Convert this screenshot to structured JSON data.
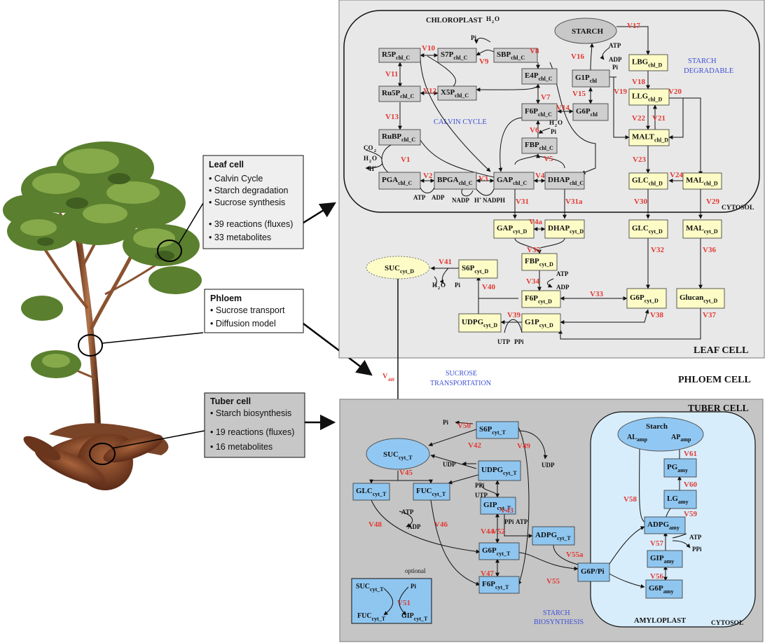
{
  "callouts": {
    "leaf": {
      "title": "Leaf cell",
      "items": [
        "Calvin Cycle",
        "Starch degradation",
        "Sucrose synthesis"
      ],
      "stats": [
        "39 reactions (fluxes)",
        "33 metabolites"
      ]
    },
    "phloem": {
      "title": "Phloem",
      "items": [
        "Sucrose transport",
        "Diffusion model"
      ]
    },
    "tuber": {
      "title": "Tuber cell",
      "items": [
        "Starch biosynthesis"
      ],
      "stats": [
        "19 reactions (fluxes)",
        "16 metabolites"
      ]
    }
  },
  "regions": {
    "chloroplast": "CHLOROPLAST",
    "cytosol_leaf": "CYTOSOL",
    "leaf_cell": "LEAF CELL",
    "phloem_cell": "PHLOEM CELL",
    "tuber_cell": "TUBER CELL",
    "amyloplast": "AMYLOPLAST",
    "cytosol_tuber": "CYTOSOL",
    "optional": "optional"
  },
  "pathways": {
    "calvin": "CALVIN CYCLE",
    "starch_deg_1": "STARCH",
    "starch_deg_2": "DEGRADABLE",
    "sucrose_tr_1": "SUCROSE",
    "sucrose_tr_2": "TRANSPORTATION",
    "starch_bio_1": "STARCH",
    "starch_bio_2": "BIOSYNTHESIS"
  },
  "leaf_nodes": [
    {
      "id": "R5P",
      "base": "R5P",
      "sub": "chl_C"
    },
    {
      "id": "S7P",
      "base": "S7P",
      "sub": "chl_C"
    },
    {
      "id": "SBP",
      "base": "SBP",
      "sub": "chl_C"
    },
    {
      "id": "Ru5P",
      "base": "Ru5P",
      "sub": "chl_C"
    },
    {
      "id": "X5P",
      "base": "X5P",
      "sub": "chl_C"
    },
    {
      "id": "E4P",
      "base": "E4P",
      "sub": "chl_C"
    },
    {
      "id": "G1Pchl",
      "base": "G1P",
      "sub": "chl"
    },
    {
      "id": "RuBP",
      "base": "RuBP",
      "sub": "chl_C"
    },
    {
      "id": "F6Pchl",
      "base": "F6P",
      "sub": "chl_C"
    },
    {
      "id": "G6Pchl",
      "base": "G6P",
      "sub": "chl"
    },
    {
      "id": "FBPchl",
      "base": "FBP",
      "sub": "chl_C"
    },
    {
      "id": "PGA",
      "base": "PGA",
      "sub": "chl_C"
    },
    {
      "id": "BPGA",
      "base": "BPGA",
      "sub": "chl_C"
    },
    {
      "id": "GAPchl",
      "base": "GAP",
      "sub": "chl_C"
    },
    {
      "id": "DHAPchl",
      "base": "DHAP",
      "sub": "chl_C"
    },
    {
      "id": "LBG",
      "base": "LBG",
      "sub": "chl_D"
    },
    {
      "id": "LLG",
      "base": "LLG",
      "sub": "chl_D"
    },
    {
      "id": "MALT",
      "base": "MALT",
      "sub": "chl_D"
    },
    {
      "id": "GLCchl",
      "base": "GLC",
      "sub": "chl_D"
    },
    {
      "id": "MALchl",
      "base": "MAL",
      "sub": "chl_D"
    },
    {
      "id": "GAPcyt",
      "base": "GAP",
      "sub": "cyt_D"
    },
    {
      "id": "DHAPcyt",
      "base": "DHAP",
      "sub": "cyt_D"
    },
    {
      "id": "GLCcyt",
      "base": "GLC",
      "sub": "cyt_D"
    },
    {
      "id": "MALcyt",
      "base": "MAL",
      "sub": "cyt_D"
    },
    {
      "id": "S6Pcyt",
      "base": "S6P",
      "sub": "cyt_D"
    },
    {
      "id": "FBPcyt",
      "base": "FBP",
      "sub": "cyt_D"
    },
    {
      "id": "F6Pcyt",
      "base": "F6P",
      "sub": "cyt_D"
    },
    {
      "id": "G6Pcyt",
      "base": "G6P",
      "sub": "cyt_D"
    },
    {
      "id": "Glucan",
      "base": "Glucan",
      "sub": "cyt_D"
    },
    {
      "id": "UDPG",
      "base": "UDPG",
      "sub": "cyt_D"
    },
    {
      "id": "G1Pcyt",
      "base": "G1P",
      "sub": "cyt_D"
    }
  ],
  "tuber_nodes": [
    {
      "id": "S6PT",
      "base": "S6P",
      "sub": "cyt_T"
    },
    {
      "id": "UDPGT",
      "base": "UDPG",
      "sub": "cyt_T"
    },
    {
      "id": "GLCT",
      "base": "GLC",
      "sub": "cyt_T"
    },
    {
      "id": "FUCT",
      "base": "FUC",
      "sub": "cyt_T"
    },
    {
      "id": "GIPT",
      "base": "GIP",
      "sub": "cyt_T"
    },
    {
      "id": "ADPGT",
      "base": "ADPG",
      "sub": "cyt_T"
    },
    {
      "id": "G6PT",
      "base": "G6P",
      "sub": "cyt_T"
    },
    {
      "id": "F6PT",
      "base": "F6P",
      "sub": "cyt_T"
    },
    {
      "id": "G6PPi",
      "base": "G6P/Pi",
      "sub": ""
    },
    {
      "id": "PGamy",
      "base": "PG",
      "sub": "amy"
    },
    {
      "id": "LGamy",
      "base": "LG",
      "sub": "amy"
    },
    {
      "id": "ADPGamy",
      "base": "ADPG",
      "sub": "amy"
    },
    {
      "id": "GIPamy",
      "base": "GIP",
      "sub": "amy"
    },
    {
      "id": "G6Pamy",
      "base": "G6P",
      "sub": "amy"
    }
  ],
  "ellipses": {
    "starch_leaf": "STARCH",
    "suc_leaf": {
      "base": "SUC",
      "sub": "cyt_D"
    },
    "suc_tuber": {
      "base": "SUC",
      "sub": "cyt_T"
    },
    "starch_tuber": "Starch",
    "al": {
      "base": "AL",
      "sub": "amp"
    },
    "ap": {
      "base": "AP",
      "sub": "amp"
    }
  },
  "optional_box": {
    "suc": {
      "base": "SUC",
      "sub": "cyt_T"
    },
    "fuc": {
      "base": "FUC",
      "sub": "cyt_T"
    },
    "gip": {
      "base": "GIP",
      "sub": "cyt_T"
    },
    "pi": "Pi",
    "flux": "V51"
  },
  "fluxes": [
    "V1",
    "V2",
    "V3",
    "V4",
    "V5",
    "V6",
    "V7",
    "V8",
    "V9",
    "V10",
    "V11",
    "V12",
    "V13",
    "V14",
    "V15",
    "V16",
    "V17",
    "V18",
    "V19",
    "V20",
    "V21",
    "V22",
    "V23",
    "V24",
    "V29",
    "V30",
    "V31",
    "V31a",
    "V32",
    "V33",
    "V34",
    "V35",
    "V36",
    "V37",
    "V38",
    "V39",
    "V40",
    "V41",
    "V4a",
    "V42",
    "V43",
    "V44",
    "V45",
    "V46",
    "V47",
    "V48",
    "V49",
    "V50",
    "V52",
    "V55",
    "V55a",
    "V56",
    "V57",
    "V58",
    "V59",
    "V60",
    "V61",
    "V"
  ],
  "vdiff_sub": "diff",
  "cofactors": [
    "Pi",
    "H",
    "2",
    "O",
    "CO",
    "2",
    "H",
    "2",
    "O",
    "H",
    "+",
    "ATP",
    "ADP",
    "NADP",
    "H",
    "+",
    "NADPH",
    "ATP",
    "ADP",
    "Pi",
    "H",
    "2",
    "O",
    "Pi",
    "ATP",
    "ADP",
    "H",
    "2",
    "O",
    "Pi",
    "UTP",
    "PPi",
    "Pi",
    "UDP",
    "UDP",
    "PPi",
    "UTP",
    "PPi",
    "ATP",
    "ATP",
    "ADP",
    "ATP",
    "PPi"
  ]
}
